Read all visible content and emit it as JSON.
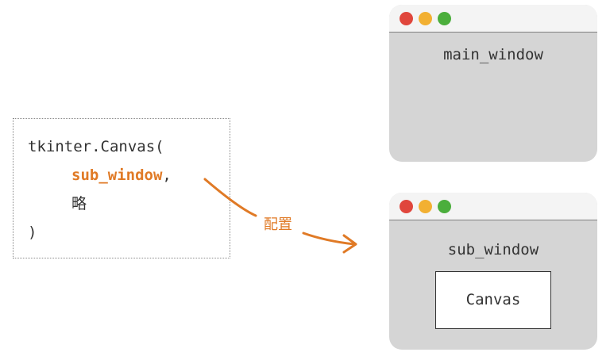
{
  "code": {
    "line1": "tkinter.Canvas(",
    "line2_highlight": "sub_window",
    "line2_rest": ",",
    "line3": "略",
    "line4": ")"
  },
  "arrow": {
    "label": "配置",
    "color": "#e07a26"
  },
  "windows": {
    "main": {
      "label": "main_window"
    },
    "sub": {
      "label": "sub_window",
      "canvas_label": "Canvas"
    }
  },
  "colors": {
    "traffic_red": "#e0463c",
    "traffic_yellow": "#f2b032",
    "traffic_green": "#4bae3c",
    "window_body": "#d5d5d5",
    "highlight": "#e07a26"
  }
}
